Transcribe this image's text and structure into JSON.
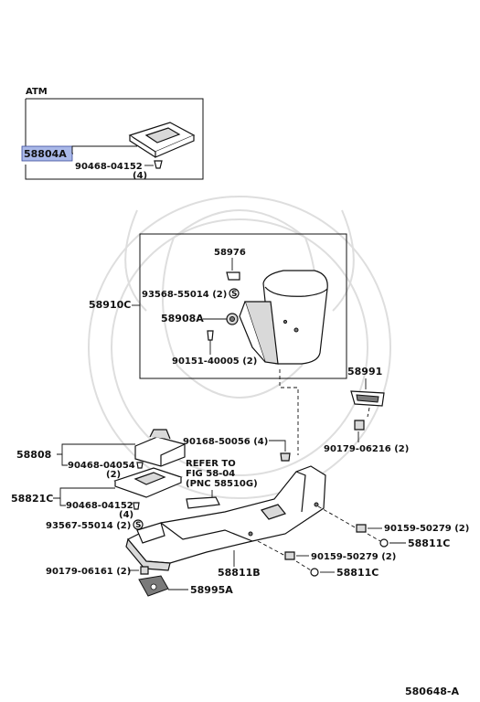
{
  "section_label": "ATM",
  "highlight_color": "#a9b8e8",
  "parts": {
    "p58804A": "58804A",
    "p90468_04152_a": "90468-04152",
    "qty_4_a": "(4)",
    "p58976": "58976",
    "p93568_55014": "93568-55014 (2)",
    "p58910C": "58910C",
    "p58908A": "58908A",
    "p90151_40005": "90151-40005 (2)",
    "p58991": "58991",
    "p90168_50056": "90168-50056 (4)",
    "p90179_06216": "90179-06216 (2)",
    "p58808": "58808",
    "p90468_04054": "90468-04054",
    "qty_2": "(2)",
    "p58821C": "58821C",
    "p90468_04152_b": "90468-04152",
    "qty_4_b": "(4)",
    "p93567_55014": "93567-55014 (2)",
    "p90159_50279_a": "90159-50279 (2)",
    "p58811C_a": "58811C",
    "p90159_50279_b": "90159-50279 (2)",
    "p58811C_b": "58811C",
    "p90179_06161": "90179-06161 (2)",
    "p58811B": "58811B",
    "p58995A": "58995A"
  },
  "refer": {
    "line1": "REFER TO",
    "line2": "FIG 58-04",
    "line3": "(PNC 58510G)"
  },
  "diagram_id": "580648-A"
}
